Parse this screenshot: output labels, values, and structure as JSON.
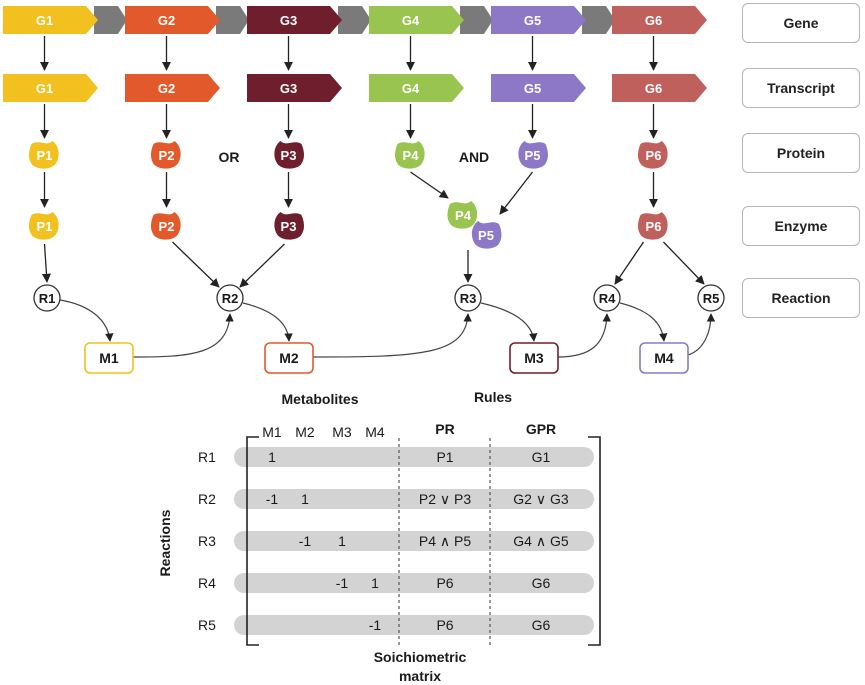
{
  "colors": {
    "g1": "#f2c11f",
    "g2": "#e25a2b",
    "g3": "#6e1e2d",
    "g4": "#98c44f",
    "g5": "#8c78c6",
    "g6": "#c0605d",
    "spacer": "#7a7a7a",
    "matrix_row": "#d3d3d3"
  },
  "genes": [
    "G1",
    "G2",
    "G3",
    "G4",
    "G5",
    "G6"
  ],
  "transcripts": [
    "G1",
    "G2",
    "G3",
    "G4",
    "G5",
    "G6"
  ],
  "proteins": [
    "P1",
    "P2",
    "P3",
    "P4",
    "P5",
    "P6"
  ],
  "enzymes": [
    "P1",
    "P2",
    "P3",
    "P4",
    "P5",
    "P6"
  ],
  "logic": {
    "or": "OR",
    "and": "AND"
  },
  "reactions": [
    "R1",
    "R2",
    "R3",
    "R4",
    "R5"
  ],
  "metabolites": [
    "M1",
    "M2",
    "M3",
    "M4"
  ],
  "levels": [
    "Gene",
    "Transcript",
    "Protein",
    "Enzyme",
    "Reaction"
  ],
  "table": {
    "metabolites_title": "Metabolites",
    "rules_title": "Rules",
    "reactions_axis": "Reactions",
    "matrix_caption_line1": "Soichiometric",
    "matrix_caption_line2": "matrix",
    "columns": [
      "M1",
      "M2",
      "M3",
      "M4"
    ],
    "pr_header": "PR",
    "gpr_header": "GPR",
    "rows": [
      {
        "reaction": "R1",
        "cells": [
          "1",
          "",
          "",
          ""
        ],
        "pr": "P1",
        "gpr": "G1"
      },
      {
        "reaction": "R2",
        "cells": [
          "-1",
          "1",
          "",
          ""
        ],
        "pr": "P2 ∨ P3",
        "gpr": "G2 ∨ G3"
      },
      {
        "reaction": "R3",
        "cells": [
          "",
          "-1",
          "1",
          ""
        ],
        "pr": "P4 ∧ P5",
        "gpr": "G4 ∧ G5"
      },
      {
        "reaction": "R4",
        "cells": [
          "",
          "",
          "-1",
          "1"
        ],
        "pr": "P6",
        "gpr": "G6"
      },
      {
        "reaction": "R5",
        "cells": [
          "",
          "",
          "",
          "-1"
        ],
        "pr": "P6",
        "gpr": "G6"
      }
    ]
  }
}
